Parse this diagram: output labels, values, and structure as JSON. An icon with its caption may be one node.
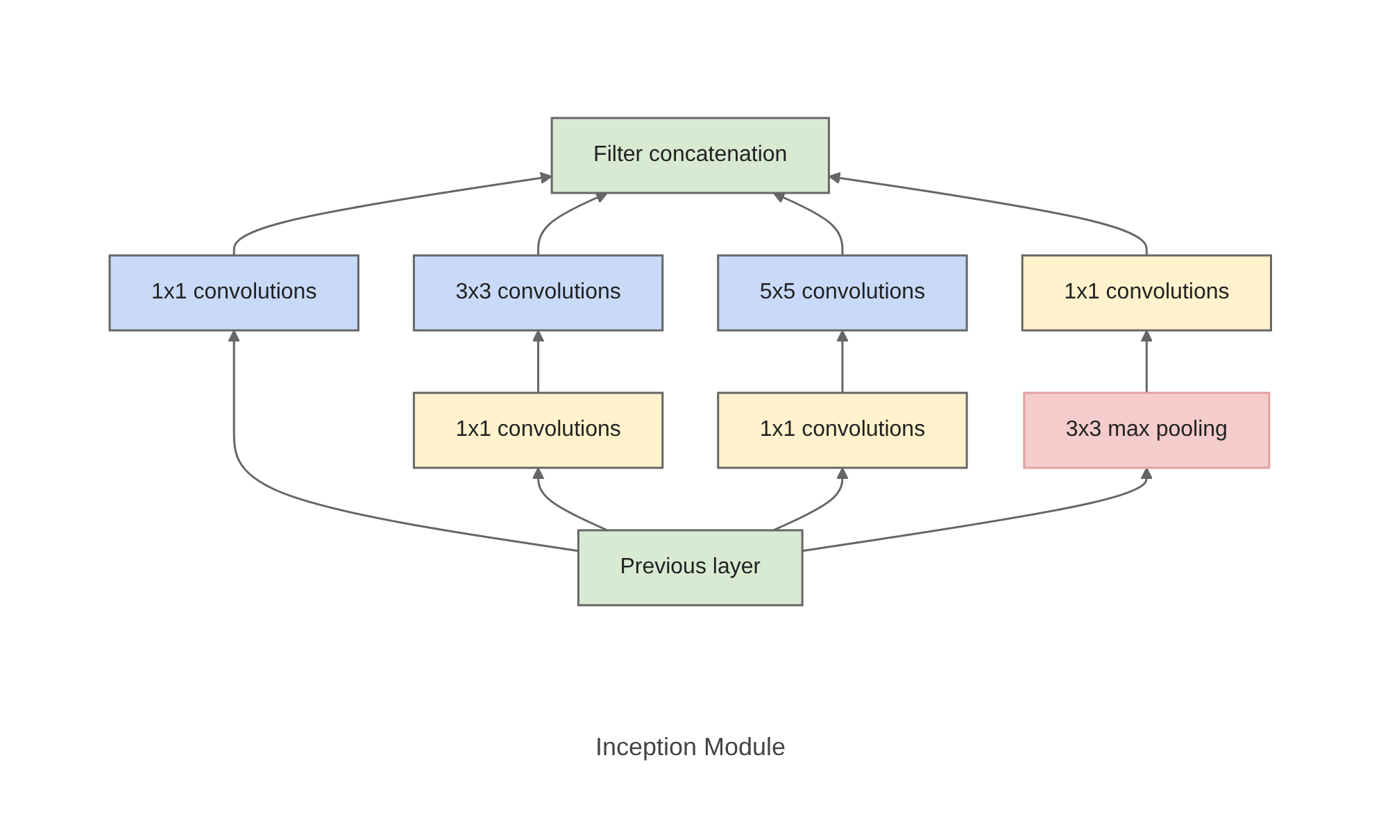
{
  "diagram": {
    "caption": "Inception Module",
    "nodes": [
      {
        "text": [
          "Filter concatenation"
        ]
      },
      {
        "text": [
          "3x3 convolutions"
        ]
      },
      {
        "text": [
          "5x5 convolutions"
        ]
      },
      {
        "text": [
          "1x1 convolutions"
        ]
      },
      {
        "text": [
          "1x1 convolutions"
        ]
      },
      {
        "text": [
          "1x1 convolutions"
        ]
      },
      {
        "text": [
          "1x1 convolutions"
        ]
      },
      {
        "text": [
          "3x3 max pooling"
        ]
      },
      {
        "text": [
          "Previous layer"
        ]
      }
    ],
    "edges": [
      {
        "from": 8,
        "to": 4,
        "arrow": "to"
      },
      {
        "from": 8,
        "to": 5,
        "arrow": "to"
      },
      {
        "from": 8,
        "to": 6,
        "arrow": "to"
      },
      {
        "from": 8,
        "to": 7,
        "arrow": "to"
      },
      {
        "from": 5,
        "to": 1,
        "arrow": "to"
      },
      {
        "from": 6,
        "to": 2,
        "arrow": "to"
      },
      {
        "from": 7,
        "to": 3,
        "arrow": "to"
      },
      {
        "from": 4,
        "to": 0,
        "arrow": "to"
      },
      {
        "from": 1,
        "to": 0,
        "arrow": "to"
      },
      {
        "from": 2,
        "to": 0,
        "arrow": "to"
      },
      {
        "from": 3,
        "to": 0,
        "arrow": "to"
      }
    ]
  }
}
